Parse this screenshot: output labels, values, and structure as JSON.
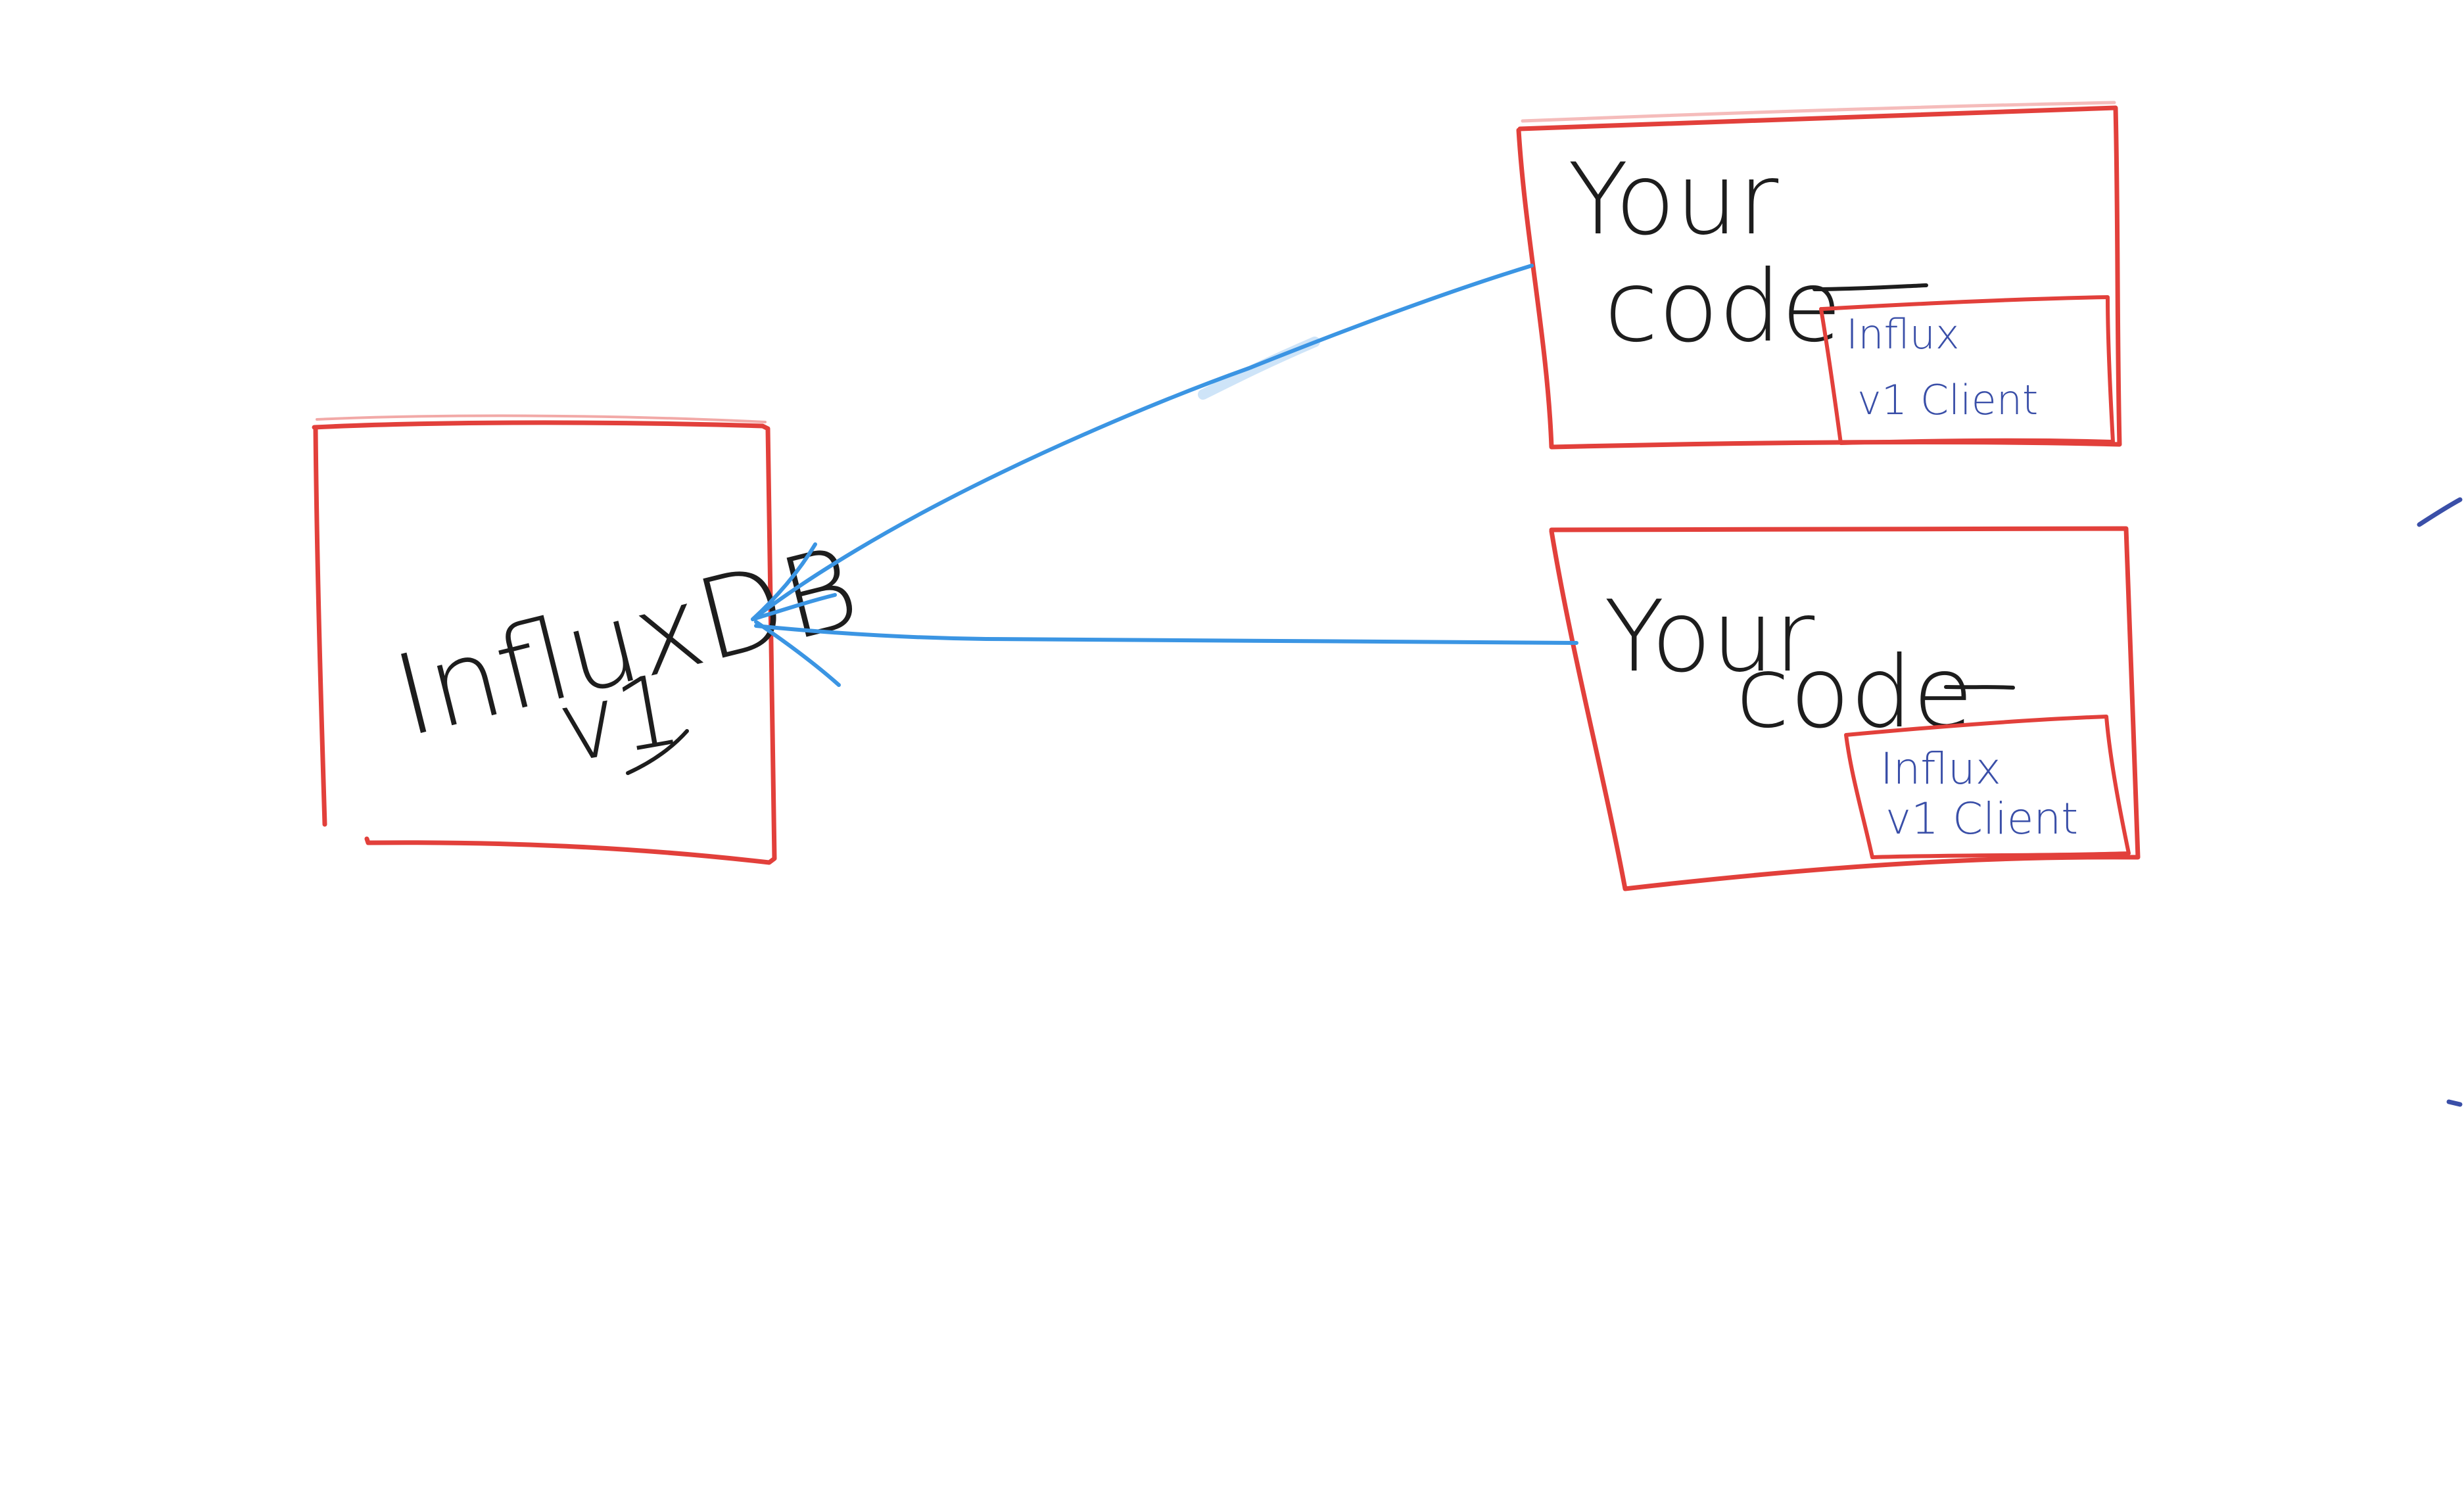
{
  "nodes": {
    "influxdb": {
      "line1": "InfluxDB",
      "line2": "v1"
    },
    "app_top": {
      "line1": "Your",
      "line2": "code",
      "client": {
        "line1": "Influx",
        "line2": "v1 Client"
      }
    },
    "app_bottom": {
      "line1": "Your",
      "line2": "code",
      "client": {
        "line1": "Influx",
        "line2": "v1 Client"
      }
    }
  },
  "colors": {
    "box_stroke": "#e2403b",
    "arrow_stroke": "#3b95e3",
    "main_text": "#1d1d1d",
    "client_text": "#3a4fa8",
    "edge_marks": "#3a4fa8"
  }
}
